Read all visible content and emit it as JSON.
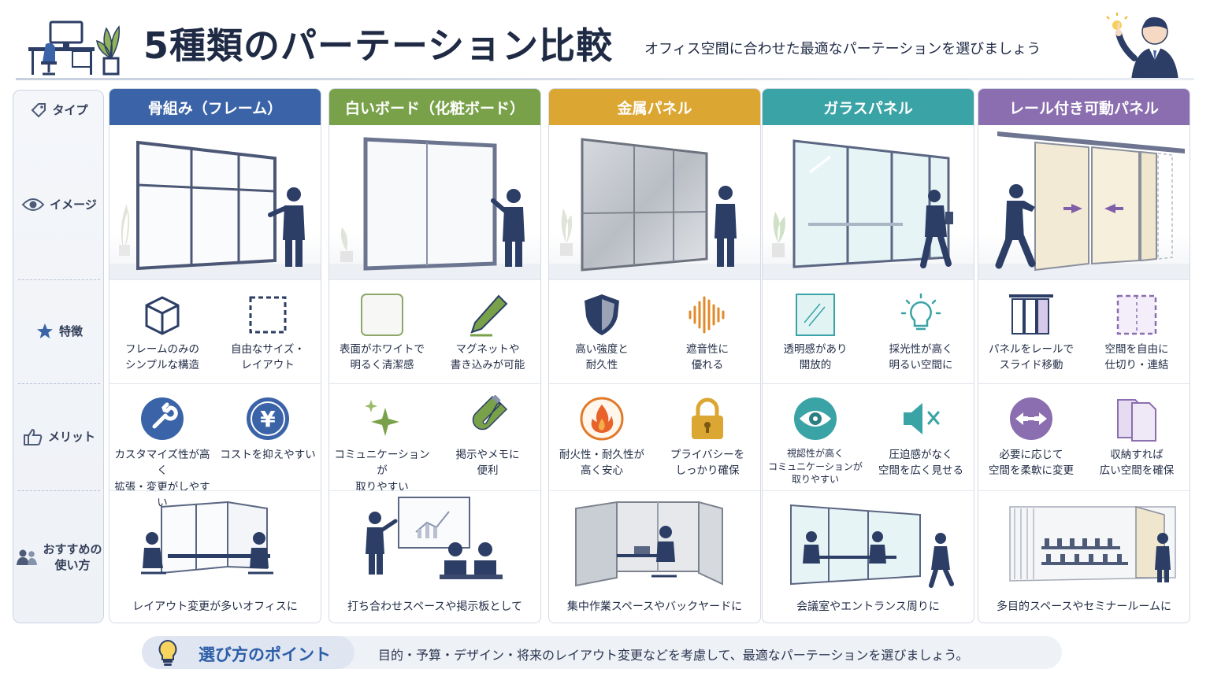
{
  "header": {
    "title": "5種類のパーテーション比較",
    "subtitle": "オフィス空間に合わせた最適なパーテーションを選びましょう"
  },
  "row_labels": {
    "type": "タイプ",
    "image": "イメージ",
    "features": "特徴",
    "merits": "メリット",
    "usage": "おすすめの\n使い方"
  },
  "colors": {
    "frame": "#3b64a8",
    "board": "#79a14a",
    "metal": "#dca632",
    "glass": "#3aa3a6",
    "rail": "#8a6eaf",
    "navy": "#2c3e66"
  },
  "columns": [
    {
      "title": "骨組み（フレーム）",
      "features": [
        {
          "icon": "cube-frame-icon",
          "text": "フレームのみの\nシンプルな構造"
        },
        {
          "icon": "dashed-square-icon",
          "text": "自由なサイズ・\nレイアウト"
        }
      ],
      "merits": [
        {
          "icon": "wrench-icon",
          "text": "カスタマイズ性が高く\n拡張・変更がしやすい"
        },
        {
          "icon": "yen-icon",
          "text": "コストを抑えやすい"
        }
      ],
      "usage": "レイアウト変更が多いオフィスに"
    },
    {
      "title": "白いボード（化粧ボード）",
      "features": [
        {
          "icon": "white-board-icon",
          "text": "表面がホワイトで\n明るく清潔感"
        },
        {
          "icon": "marker-icon",
          "text": "マグネットや\n書き込みが可能"
        }
      ],
      "merits": [
        {
          "icon": "sparkle-icon",
          "text": "コミュニケーションが\n取りやすい"
        },
        {
          "icon": "magnet-icon",
          "text": "掲示やメモに\n便利"
        }
      ],
      "usage": "打ち合わせスペースや掲示板として"
    },
    {
      "title": "金属パネル",
      "features": [
        {
          "icon": "shield-icon",
          "text": "高い強度と\n耐久性"
        },
        {
          "icon": "sound-wave-icon",
          "text": "遮音性に\n優れる"
        }
      ],
      "merits": [
        {
          "icon": "fire-icon",
          "text": "耐火性・耐久性が\n高く安心"
        },
        {
          "icon": "lock-icon",
          "text": "プライバシーを\nしっかり確保"
        }
      ],
      "usage": "集中作業スペースやバックヤードに"
    },
    {
      "title": "ガラスパネル",
      "features": [
        {
          "icon": "glass-pane-icon",
          "text": "透明感があり\n開放的"
        },
        {
          "icon": "lightbulb-icon",
          "text": "採光性が高く\n明るい空間に"
        }
      ],
      "merits": [
        {
          "icon": "eye-icon",
          "text": "視認性が高く\nコミュニケーションが\n取りやすい"
        },
        {
          "icon": "speaker-mute-icon",
          "text": "圧迫感がなく\n空間を広く見せる"
        }
      ],
      "usage": "会議室やエントランス周りに"
    },
    {
      "title": "レール付き可動パネル",
      "features": [
        {
          "icon": "rail-panel-icon",
          "text": "パネルをレールで\nスライド移動"
        },
        {
          "icon": "dashed-panel-icon",
          "text": "空間を自由に\n仕切り・連結"
        }
      ],
      "merits": [
        {
          "icon": "arrows-horizontal-icon",
          "text": "必要に応じて\n空間を柔軟に変更"
        },
        {
          "icon": "documents-icon",
          "text": "収納すれば\n広い空間を確保"
        }
      ],
      "usage": "多目的スペースやセミナールームに"
    }
  ],
  "footer": {
    "title": "選び方のポイント",
    "text": "目的・予算・デザイン・将来のレイアウト変更などを考慮して、最適なパーテーションを選びましょう。"
  }
}
